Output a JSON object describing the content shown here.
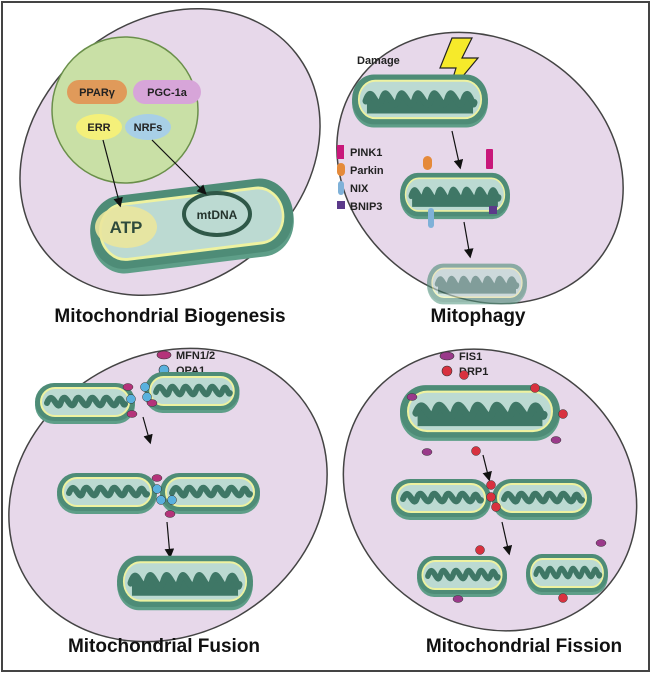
{
  "panels": {
    "biogenesis": {
      "title": "Mitochondrial Biogenesis",
      "factors": [
        "PPARγ",
        "PGC-1a",
        "ERR",
        "NRFs"
      ],
      "atp_label": "ATP",
      "mtdna_label": "mtDNA"
    },
    "mitophagy": {
      "title": "Mitophagy",
      "damage_label": "Damage",
      "legend": [
        "PINK1",
        "Parkin",
        "NIX",
        "BNIP3"
      ]
    },
    "fusion": {
      "title": "Mitochondrial Fusion",
      "legend": [
        "MFN1/2",
        "OPA1"
      ]
    },
    "fission": {
      "title": "Mitochondrial Fission",
      "legend": [
        "FIS1",
        "DRP1"
      ]
    }
  },
  "colors": {
    "cell_fill": "#e7d8ea",
    "mito_outer": "#4e8c77",
    "mito_inner": "#bcdad2",
    "cristae": "#3f7766",
    "inner_membrane": "#eef2a0",
    "nucleus_green": "#c9e0a6",
    "pink1": "#c8177a",
    "parkin": "#e58a3a",
    "nix": "#7fb1d8",
    "bnip3": "#5b3a8a",
    "mfn": "#b4337a",
    "opa1": "#5ab1de",
    "fis1": "#9a3a8a",
    "drp1": "#d8313f"
  }
}
